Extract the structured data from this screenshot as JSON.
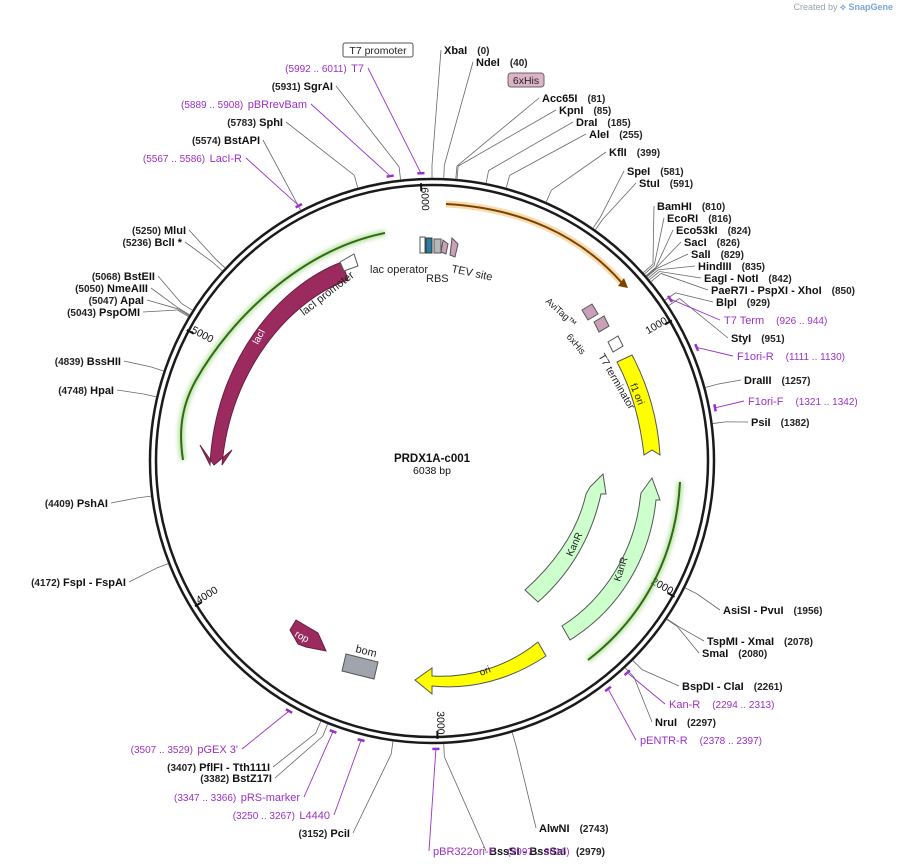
{
  "watermark": {
    "prefix": "Created by",
    "brand": "SnapGene"
  },
  "plasmid": {
    "name": "PRDX1A-c001",
    "size_label": "6038 bp",
    "length": 6038
  },
  "ticks": [
    "1000",
    "2000",
    "3000",
    "4000",
    "5000",
    "6000"
  ],
  "enzymes": [
    {
      "name": "XbaI",
      "pos": "(0)",
      "loc": 0
    },
    {
      "name": "NdeI",
      "pos": "(40)",
      "loc": 40
    },
    {
      "name": "Acc65I",
      "pos": "(81)",
      "loc": 81
    },
    {
      "name": "KpnI",
      "pos": "(85)",
      "loc": 85
    },
    {
      "name": "DraI",
      "pos": "(185)",
      "loc": 185
    },
    {
      "name": "AleI",
      "pos": "(255)",
      "loc": 255
    },
    {
      "name": "KflI",
      "pos": "(399)",
      "loc": 399
    },
    {
      "name": "SpeI",
      "pos": "(581)",
      "loc": 581
    },
    {
      "name": "StuI",
      "pos": "(591)",
      "loc": 591
    },
    {
      "name": "BamHI",
      "pos": "(810)",
      "loc": 810
    },
    {
      "name": "EcoRI",
      "pos": "(816)",
      "loc": 816
    },
    {
      "name": "Eco53kI",
      "pos": "(824)",
      "loc": 824
    },
    {
      "name": "SacI",
      "pos": "(826)",
      "loc": 826
    },
    {
      "name": "SalI",
      "pos": "(829)",
      "loc": 829
    },
    {
      "name": "HindIII",
      "pos": "(835)",
      "loc": 835
    },
    {
      "name": "EagI  - NotI",
      "pos": "(842)",
      "loc": 842
    },
    {
      "name": "PaeR7I  - PspXI  - XhoI",
      "pos": "(850)",
      "loc": 850
    },
    {
      "name": "BlpI",
      "pos": "(929)",
      "loc": 929
    },
    {
      "name": "StyI",
      "pos": "(951)",
      "loc": 951
    },
    {
      "name": "DraIII",
      "pos": "(1257)",
      "loc": 1257
    },
    {
      "name": "PsiI",
      "pos": "(1382)",
      "loc": 1382
    },
    {
      "name": "AsiSI  - PvuI",
      "pos": "(1956)",
      "loc": 1956
    },
    {
      "name": "TspMI  - XmaI",
      "pos": "(2078)",
      "loc": 2078
    },
    {
      "name": "SmaI",
      "pos": "(2080)",
      "loc": 2080
    },
    {
      "name": "BspDI  - ClaI",
      "pos": "(2261)",
      "loc": 2261
    },
    {
      "name": "NruI",
      "pos": "(2297)",
      "loc": 2297
    },
    {
      "name": "AlwNI",
      "pos": "(2743)",
      "loc": 2743
    },
    {
      "name": "BssSI  - BssSaI",
      "pos": "(2979)",
      "loc": 2979
    },
    {
      "name": "PciI",
      "pos": "(3152)",
      "loc": 3152
    },
    {
      "name": "BstZ17I",
      "pos": "(3382)",
      "loc": 3382
    },
    {
      "name": "PflFI  - Tth111I",
      "pos": "(3407)",
      "loc": 3407
    },
    {
      "name": "FspI  - FspAI",
      "pos": "(4172)",
      "loc": 4172
    },
    {
      "name": "PshAI",
      "pos": "(4409)",
      "loc": 4409
    },
    {
      "name": "HpaI",
      "pos": "(4748)",
      "loc": 4748
    },
    {
      "name": "BssHII",
      "pos": "(4839)",
      "loc": 4839
    },
    {
      "name": "PspOMI",
      "pos": "(5043)",
      "loc": 5043
    },
    {
      "name": "ApaI",
      "pos": "(5047)",
      "loc": 5047
    },
    {
      "name": "NmeAIII",
      "pos": "(5050)",
      "loc": 5050
    },
    {
      "name": "BstEII",
      "pos": "(5068)",
      "loc": 5068
    },
    {
      "name": "BclI *",
      "pos": "(5236)",
      "loc": 5236
    },
    {
      "name": "MluI",
      "pos": "(5250)",
      "loc": 5250
    },
    {
      "name": "BstAPI",
      "pos": "(5574)",
      "loc": 5574
    },
    {
      "name": "SphI",
      "pos": "(5783)",
      "loc": 5783
    },
    {
      "name": "SgrAI",
      "pos": "(5931)",
      "loc": 5931
    }
  ],
  "primers": [
    {
      "name": "T7",
      "range": "(5992 .. 6011)",
      "loc": 6001
    },
    {
      "name": "pBRrevBam",
      "range": "(5889 .. 5908)",
      "loc": 5898
    },
    {
      "name": "LacI-R",
      "range": "(5567 .. 5586)",
      "loc": 5576
    },
    {
      "name": "T7 Term",
      "range": "(926 .. 944)",
      "loc": 935
    },
    {
      "name": "F1ori-R",
      "range": "(1111 .. 1130)",
      "loc": 1120
    },
    {
      "name": "F1ori-F",
      "range": "(1321 .. 1342)",
      "loc": 1331
    },
    {
      "name": "Kan-R",
      "range": "(2294 .. 2313)",
      "loc": 2303
    },
    {
      "name": "pENTR-R",
      "range": "(2378 .. 2397)",
      "loc": 2387
    },
    {
      "name": "pGEX 3'",
      "range": "(3507 .. 3529)",
      "loc": 3518
    },
    {
      "name": "pRS-marker",
      "range": "(3347 .. 3366)",
      "loc": 3356
    },
    {
      "name": "L4440",
      "range": "(3250 .. 3267)",
      "loc": 3258
    },
    {
      "name": "pBR322ori-F",
      "range": "(2997 .. 3016)",
      "loc": 3006
    }
  ],
  "features": {
    "t7_promoter": "T7 promoter",
    "his_tag": "6xHis",
    "lac_operator": "lac operator",
    "laci_promoter": "lacI promoter",
    "rbs": "RBS",
    "tev_site": "TEV site",
    "avitag": "AviTag™",
    "his_tag_c": "6xHis",
    "t7_terminator": "T7 terminator",
    "f1_ori": "f1 ori",
    "kanr_outer": "KanR",
    "kanr_inner": "KanR",
    "ori": "ori",
    "rop": "rop",
    "bom": "bom",
    "laci": "lacI"
  },
  "colors": {
    "backbone": "#1a1a1a",
    "laci": "#9b2b5e",
    "ori": "#ffff00",
    "kanr": "#ccffcc",
    "cds": "#f0a020",
    "primer": "#9b30c8",
    "primer_band": "#2e6b12"
  }
}
